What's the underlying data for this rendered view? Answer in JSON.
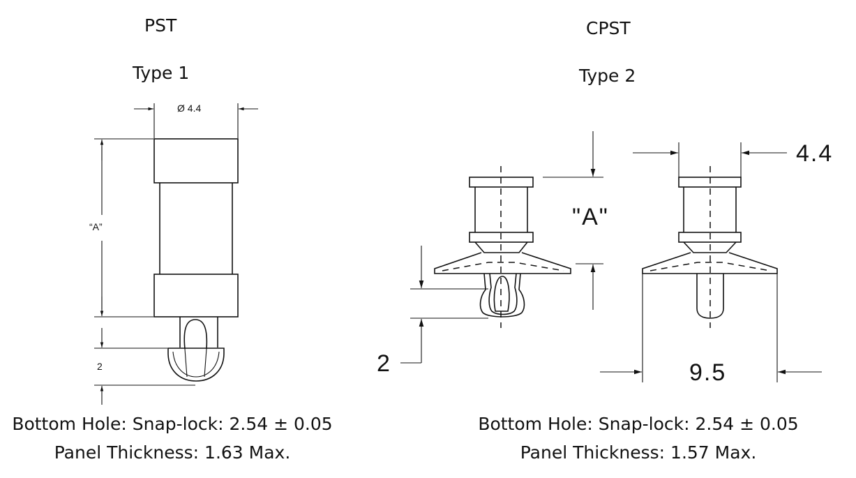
{
  "left": {
    "title": "PST",
    "type": "Type 1",
    "dim_diameter": "Ø 4.4",
    "dim_a": "“A”",
    "dim_2": "2",
    "caption_line1": "Bottom Hole: Snap-lock: 2.54 ± 0.05",
    "caption_line2": "Panel Thickness: 1.63 Max."
  },
  "right": {
    "title": "CPST",
    "type": "Type 2",
    "dim_a": "\"A\"",
    "dim_44": "4.4",
    "dim_2": "2",
    "dim_95": "9.5",
    "caption_line1": "Bottom Hole: Snap-lock: 2.54 ± 0.05",
    "caption_line2": "Panel Thickness: 1.57 Max."
  }
}
